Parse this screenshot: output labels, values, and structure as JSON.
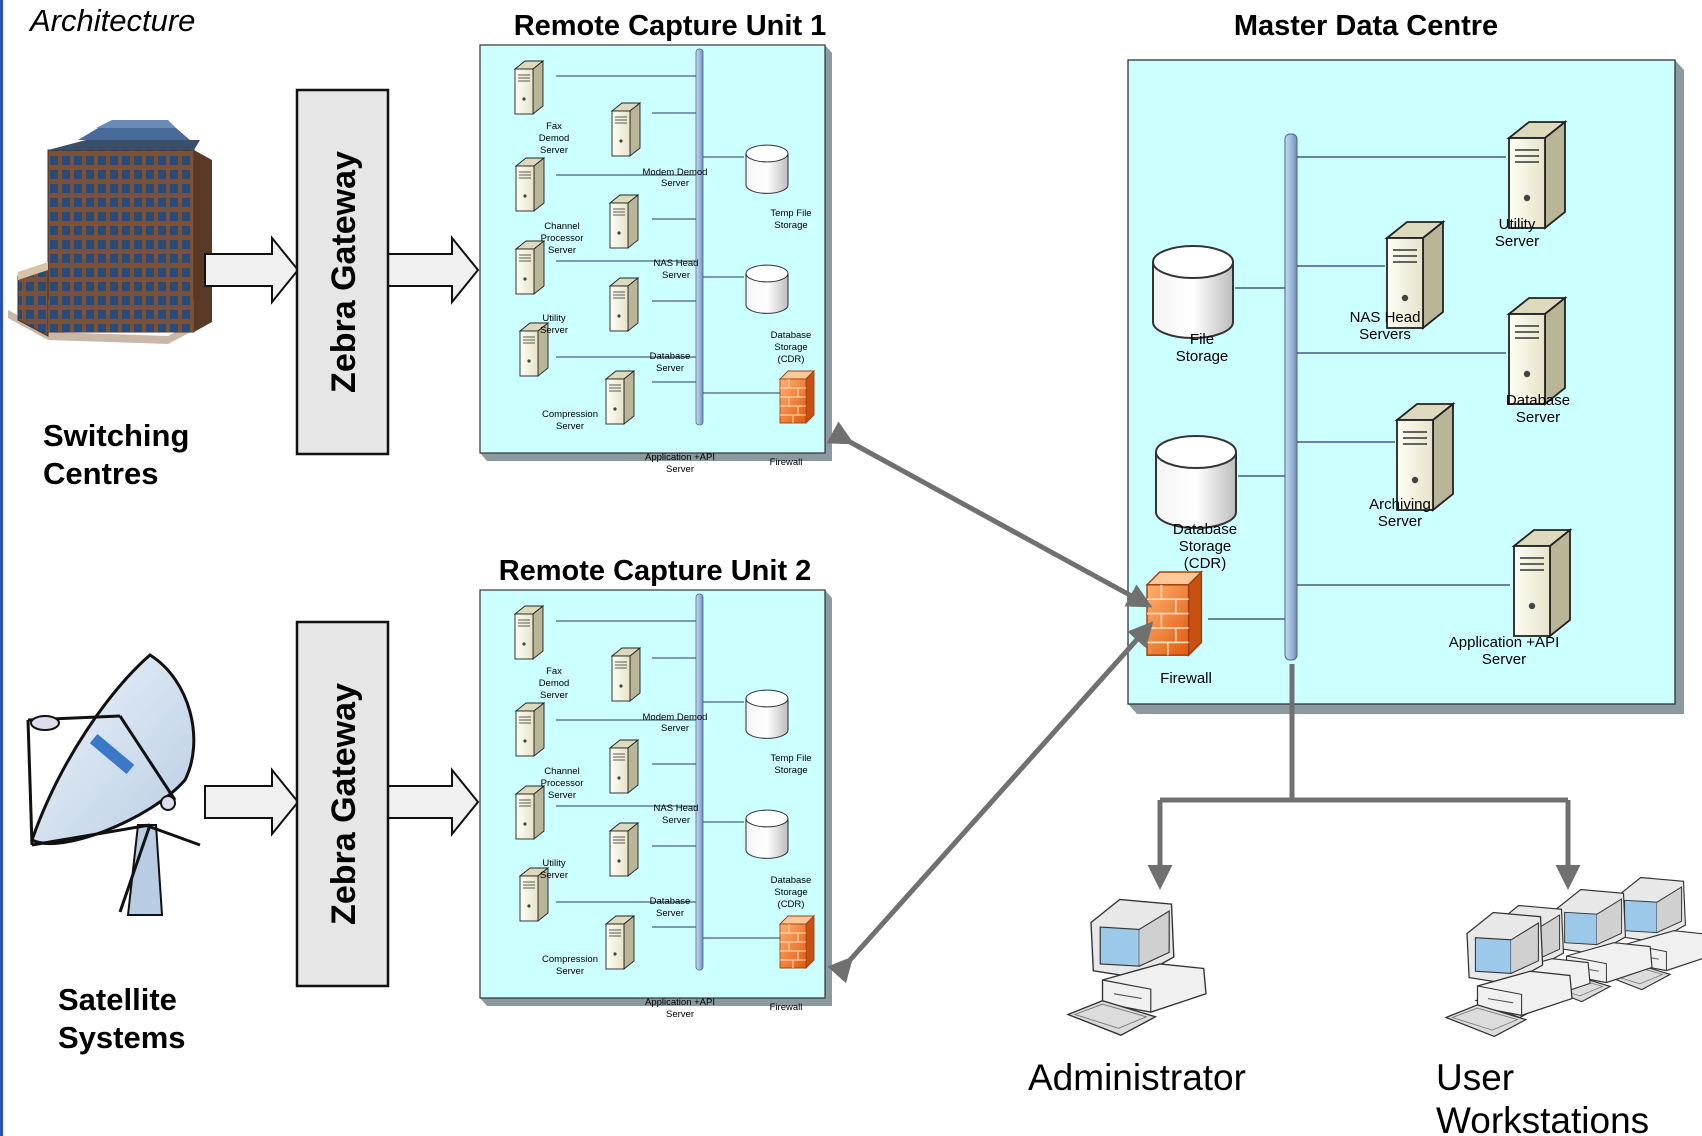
{
  "header": {
    "section_title": "Architecture"
  },
  "sources": {
    "switching": [
      "Switching",
      "Centres"
    ],
    "satellite": [
      "Satellite",
      "Systems"
    ]
  },
  "gateway_label": "Zebra Gateway",
  "rcu": {
    "unit1_title": "Remote Capture Unit 1",
    "unit2_title": "Remote Capture Unit 2",
    "servers": {
      "fax": [
        "Fax",
        "Demod",
        "Server"
      ],
      "modem": [
        "Modem Demod",
        "Server"
      ],
      "channel": [
        "Channel",
        "Processor",
        "Server"
      ],
      "nas": [
        "NAS Head",
        "Server"
      ],
      "utility": [
        "Utility",
        "Server"
      ],
      "database": [
        "Database",
        "Server"
      ],
      "compression": [
        "Compression",
        "Server"
      ],
      "application": [
        "Application +API",
        "Server"
      ]
    },
    "storage": {
      "temp": [
        "Temp File",
        "Storage"
      ],
      "db": [
        "Database",
        "Storage",
        "(CDR)"
      ]
    },
    "firewall": "Firewall"
  },
  "mdc": {
    "title": "Master Data Centre",
    "file_storage": [
      "File",
      "Storage"
    ],
    "db_storage": [
      "Database",
      "Storage",
      "(CDR)"
    ],
    "firewall": "Firewall",
    "utility_server": [
      "Utility",
      "Server"
    ],
    "nas_servers": [
      "NAS Head",
      "Servers"
    ],
    "database_server": [
      "Database",
      "Server"
    ],
    "archiving_server": [
      "Archiving",
      "Server"
    ],
    "application_server": [
      "Application +API",
      "Server"
    ]
  },
  "clients": {
    "administrator": "Administrator",
    "users": [
      "User",
      "Workstations"
    ]
  },
  "colors": {
    "panel_fill": "#ccffff",
    "panel_shadow": "#8a9aa0",
    "backbone": "#a8c0de",
    "firewall": "#f07828",
    "arrow": "#707070",
    "gateway_fill": "#e6e6e6"
  }
}
